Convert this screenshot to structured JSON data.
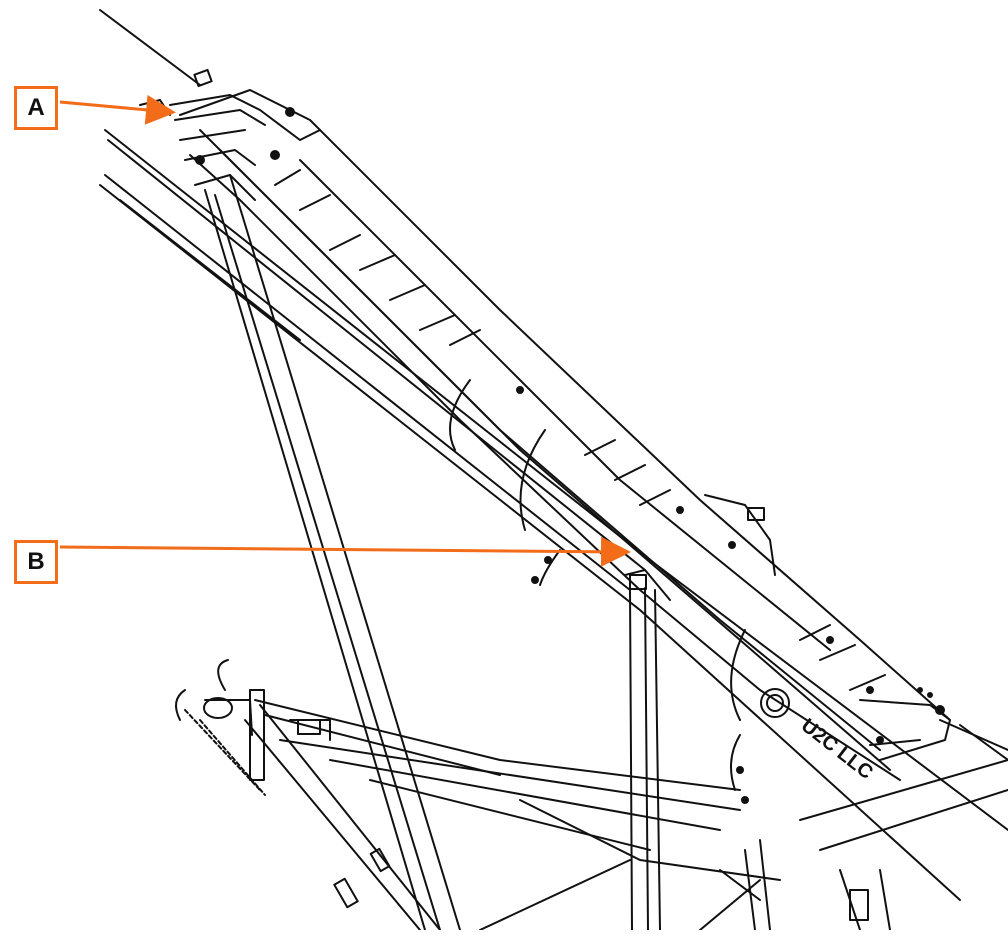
{
  "callouts": [
    {
      "label": "A",
      "target": "conveyor-head"
    },
    {
      "label": "B",
      "target": "support-leg-bracket"
    }
  ],
  "branding": {
    "text": "U2C LLC"
  },
  "colors": {
    "callout": "#f26c1a",
    "linework": "#111111",
    "background": "#ffffff"
  }
}
